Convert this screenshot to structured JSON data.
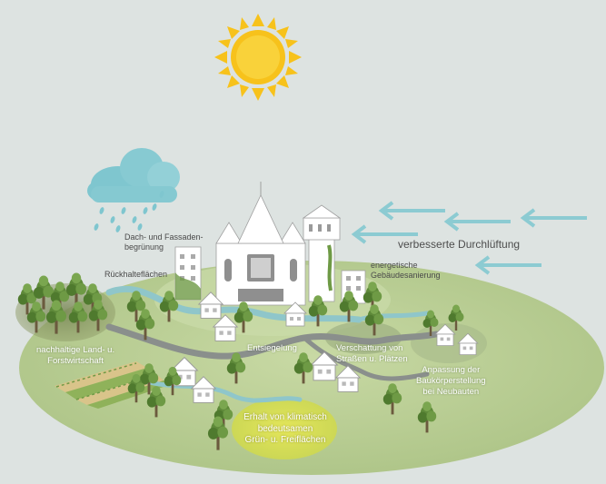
{
  "labels": {
    "dach_fassaden_1": "Dach- und Fassaden-",
    "dach_fassaden_2": "begrünung",
    "rueckhalteflaechen": "Rückhalteflächen",
    "energetische_1": "energetische",
    "energetische_2": "Gebäudesanierung",
    "durchlueftung": "verbesserte Durchlüftung",
    "landwirtschaft_1": "nachhaltige Land- u.",
    "landwirtschaft_2": "Forstwirtschaft",
    "entsiegelung": "Entsiegelung",
    "verschattung_1": "Verschattung von",
    "verschattung_2": "Straßen u. Plätzen",
    "anpassung_1": "Anpassung der",
    "anpassung_2": "Baukörperstellung",
    "anpassung_3": "bei Neubauten",
    "erhalt_1": "Erhalt von klimatisch",
    "erhalt_2": "bedeutsamen",
    "erhalt_3": "Grün- u. Freiflächen"
  },
  "colors": {
    "sky": "#dde3e1",
    "sun": "#f7c21b",
    "sun_core": "#f9d23a",
    "cloud": "#7fc6cf",
    "rain": "#7fc6cf",
    "wind_arrow": "#8ccbd2",
    "ground": "#b7cc92",
    "ground_light": "#c9d9a6",
    "road": "#8a8f8c",
    "river": "#8fc6ca",
    "highlight": "#dbe25a"
  },
  "icons": [
    "sun-icon",
    "cloud-icon",
    "rain-drops-icon",
    "wind-arrow-icon",
    "tree-icon",
    "house-icon",
    "church-icon",
    "water-tower-icon"
  ]
}
